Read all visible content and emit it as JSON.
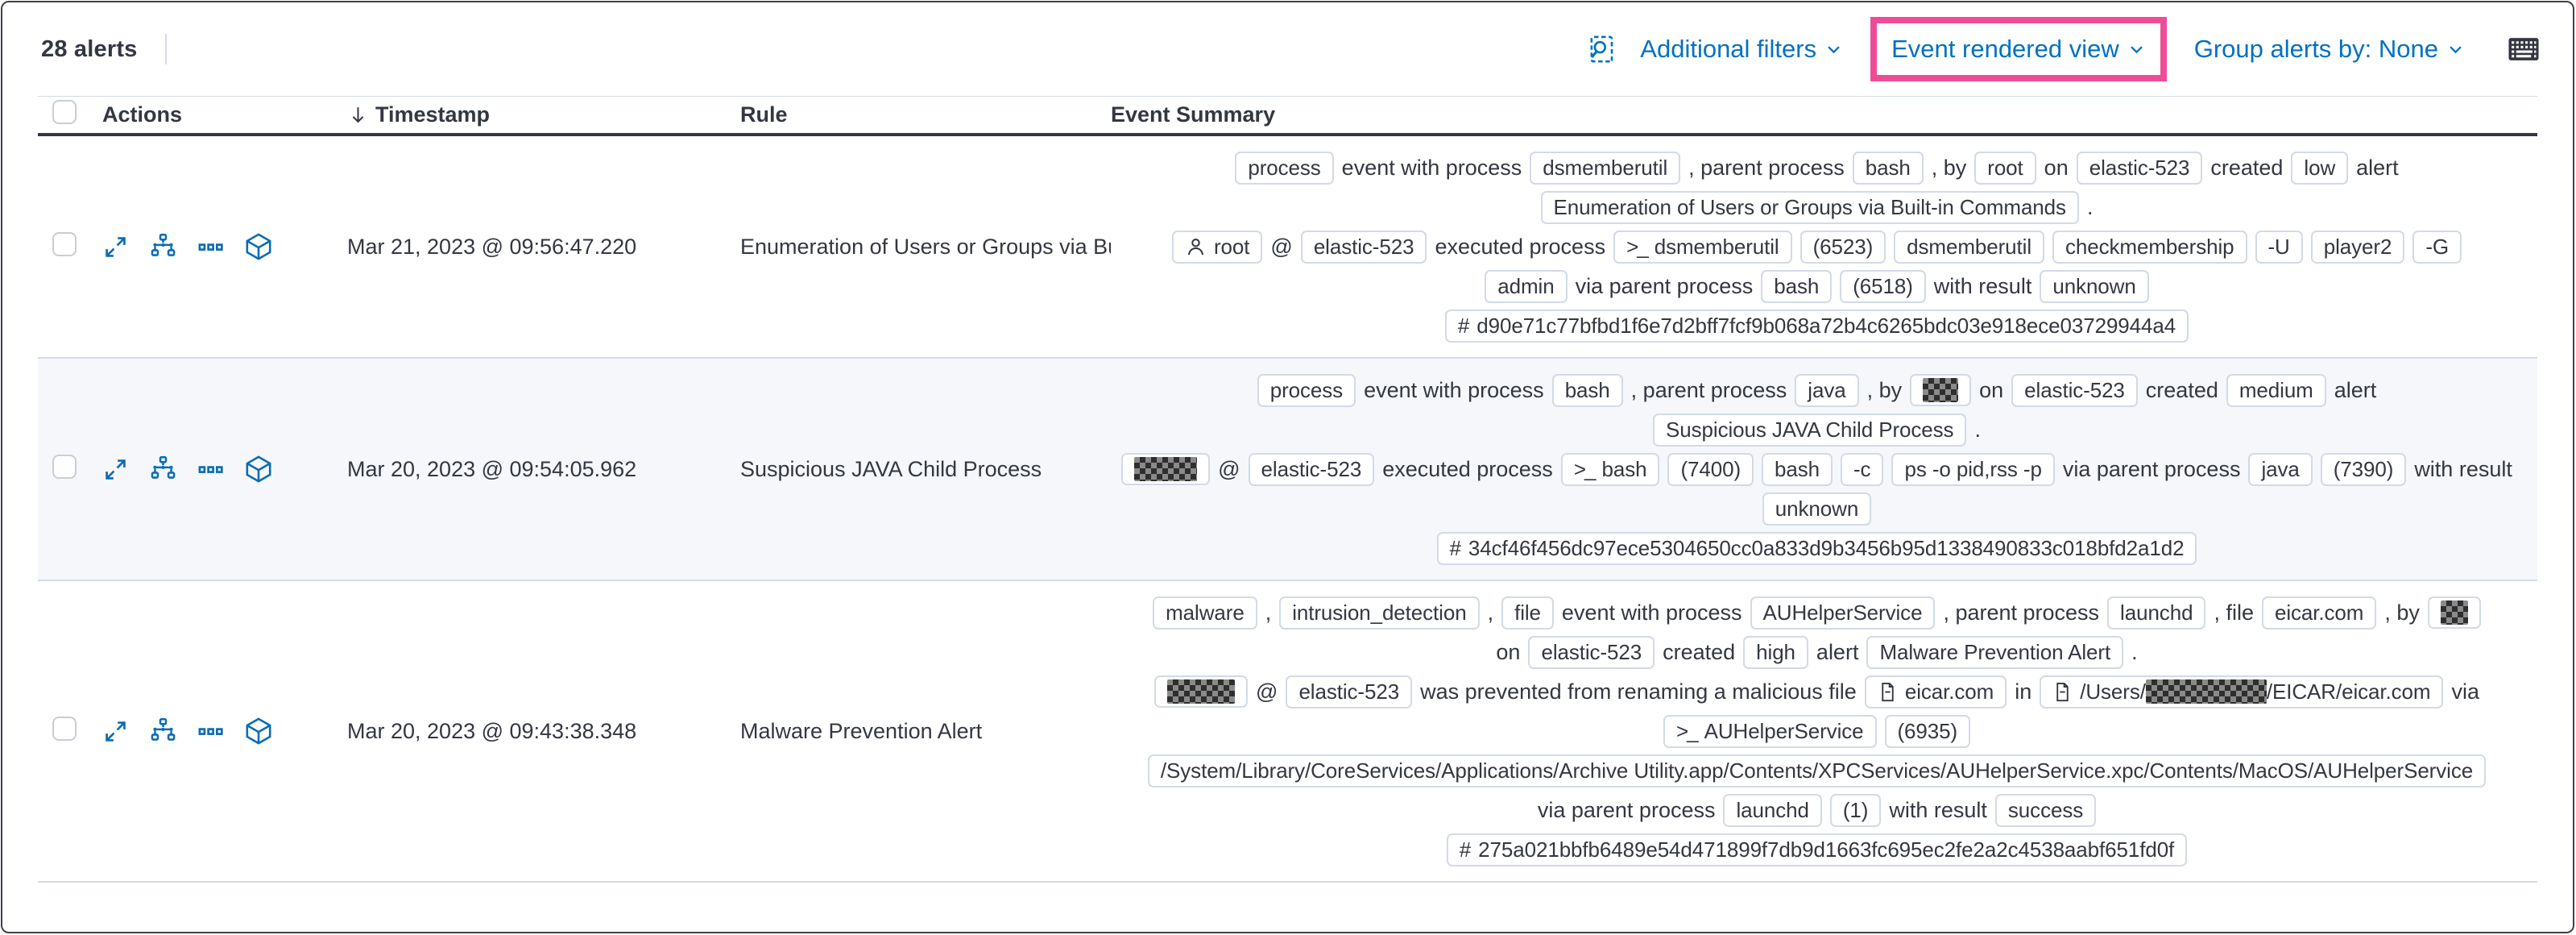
{
  "panel": {
    "toolbar": {
      "alert_count": "28 alerts",
      "additional_filters_label": "Additional filters",
      "view_selector_label": "Event rendered view",
      "group_by_label": "Group alerts by: None"
    },
    "header": {
      "actions": "Actions",
      "timestamp": "Timestamp",
      "rule": "Rule",
      "summary": "Event Summary"
    },
    "colors": {
      "link_blue": "#0071c2",
      "text_dark": "#343741",
      "badge_border": "#d3dae6",
      "row_stripe": "#f5f7fa",
      "highlight_pink": "#ef4c98"
    },
    "icons": {
      "inspect": "document-with-magnifier",
      "chevron_down": "∨",
      "keyboard": "keyboard",
      "sort_descending": "↓",
      "checkbox_unchecked": "☐",
      "expand": "diagonal-expand-arrows",
      "analyze_event": "process-tree-graph",
      "more_actions": "three-squares-ellipsis",
      "session_view": "3d-cube",
      "user": "person-silhouette",
      "terminal": ">_",
      "hash": "#",
      "file": "document-page"
    },
    "row_actions": [
      {
        "name": "expand-alert-button",
        "icon": "expand"
      },
      {
        "name": "analyze-event-button",
        "icon": "analyze_event"
      },
      {
        "name": "more-actions-button",
        "icon": "more_actions"
      },
      {
        "name": "session-view-button",
        "icon": "session_view"
      }
    ],
    "rows": [
      {
        "timestamp": "Mar 21, 2023 @ 09:56:47.220",
        "rule": "Enumeration of Users or Groups via Bui",
        "stripe": false,
        "summary": [
          [
            {
              "b": [
                "process"
              ]
            },
            {
              "t": "event with process"
            },
            {
              "b": [
                "dsmemberutil"
              ]
            },
            {
              "t": ", parent process"
            },
            {
              "b": [
                "bash"
              ]
            },
            {
              "t": ", by"
            },
            {
              "b": [
                "root"
              ]
            },
            {
              "t": "on"
            },
            {
              "b": [
                "elastic-523"
              ]
            },
            {
              "t": "created"
            },
            {
              "b": [
                "low"
              ]
            },
            {
              "t": "alert"
            }
          ],
          [
            {
              "b": [
                "Enumeration of Users or Groups via Built-in Commands"
              ]
            },
            {
              "t": "."
            }
          ],
          [
            {
              "b": [
                "root"
              ],
              "i": "user"
            },
            {
              "t": "@"
            },
            {
              "b": [
                "elastic-523"
              ]
            },
            {
              "t": "executed process"
            },
            {
              "b": [
                "dsmemberutil"
              ],
              "i": "terminal"
            },
            {
              "b": [
                "(6523)"
              ]
            },
            {
              "b": [
                "dsmemberutil"
              ]
            },
            {
              "b": [
                "checkmembership"
              ]
            },
            {
              "b": [
                "-U"
              ]
            },
            {
              "b": [
                "player2"
              ]
            },
            {
              "b": [
                "-G"
              ]
            }
          ],
          [
            {
              "b": [
                "admin"
              ]
            },
            {
              "t": "via parent process"
            },
            {
              "b": [
                "bash"
              ]
            },
            {
              "b": [
                "(6518)"
              ]
            },
            {
              "t": "with result"
            },
            {
              "b": [
                "unknown"
              ]
            }
          ],
          [
            {
              "b": [
                "d90e71c77bfbd1f6e7d2bff7fcf9b068a72b4c6265bdc03e918ece03729944a4"
              ],
              "i": "hash"
            }
          ]
        ]
      },
      {
        "timestamp": "Mar 20, 2023 @ 09:54:05.962",
        "rule": "Suspicious JAVA Child Process",
        "stripe": true,
        "summary": [
          [
            {
              "b": [
                "process"
              ]
            },
            {
              "t": "event with process"
            },
            {
              "b": [
                "bash"
              ]
            },
            {
              "t": ", parent process"
            },
            {
              "b": [
                "java"
              ]
            },
            {
              "t": ", by"
            },
            {
              "b": [
                {
                  "rx": 44
                }
              ]
            },
            {
              "t": "on"
            },
            {
              "b": [
                "elastic-523"
              ]
            },
            {
              "t": "created"
            },
            {
              "b": [
                "medium"
              ]
            },
            {
              "t": "alert"
            }
          ],
          [
            {
              "b": [
                "Suspicious JAVA Child Process"
              ]
            },
            {
              "t": "."
            }
          ],
          [
            {
              "b": [
                {
                  "rx": 78
                }
              ]
            },
            {
              "t": "@"
            },
            {
              "b": [
                "elastic-523"
              ]
            },
            {
              "t": "executed process"
            },
            {
              "b": [
                "bash"
              ],
              "i": "terminal"
            },
            {
              "b": [
                "(7400)"
              ]
            },
            {
              "b": [
                "bash"
              ]
            },
            {
              "b": [
                "-c"
              ]
            },
            {
              "b": [
                "ps -o pid,rss -p"
              ]
            },
            {
              "t": "via parent process"
            },
            {
              "b": [
                "java"
              ]
            },
            {
              "b": [
                "(7390)"
              ]
            },
            {
              "t": "with result"
            }
          ],
          [
            {
              "b": [
                "unknown"
              ]
            }
          ],
          [
            {
              "b": [
                "34cf46f456dc97ece5304650cc0a833d9b3456b95d1338490833c018bfd2a1d2"
              ],
              "i": "hash"
            }
          ]
        ]
      },
      {
        "timestamp": "Mar 20, 2023 @ 09:43:38.348",
        "rule": "Malware Prevention Alert",
        "stripe": false,
        "summary": [
          [
            {
              "b": [
                "malware"
              ]
            },
            {
              "t": ","
            },
            {
              "b": [
                "intrusion_detection"
              ]
            },
            {
              "t": ","
            },
            {
              "b": [
                "file"
              ]
            },
            {
              "t": "event with process"
            },
            {
              "b": [
                "AUHelperService"
              ]
            },
            {
              "t": ", parent process"
            },
            {
              "b": [
                "launchd"
              ]
            },
            {
              "t": ", file"
            },
            {
              "b": [
                "eicar.com"
              ]
            },
            {
              "t": ", by"
            },
            {
              "b": [
                {
                  "rx": 34
                }
              ]
            }
          ],
          [
            {
              "t": "on"
            },
            {
              "b": [
                "elastic-523"
              ]
            },
            {
              "t": "created"
            },
            {
              "b": [
                "high"
              ]
            },
            {
              "t": "alert"
            },
            {
              "b": [
                "Malware Prevention Alert"
              ]
            },
            {
              "t": "."
            }
          ],
          [
            {
              "b": [
                {
                  "rx": 84
                }
              ]
            },
            {
              "t": "@"
            },
            {
              "b": [
                "elastic-523"
              ]
            },
            {
              "t": "was prevented from renaming a malicious file"
            },
            {
              "b": [
                "eicar.com"
              ],
              "i": "file"
            },
            {
              "t": "in"
            },
            {
              "b": [
                "/Users/",
                {
                  "rx": 150
                },
                "/EICAR/eicar.com"
              ],
              "i": "file"
            },
            {
              "t": "via"
            }
          ],
          [
            {
              "b": [
                "AUHelperService"
              ],
              "i": "terminal"
            },
            {
              "b": [
                "(6935)"
              ]
            }
          ],
          [
            {
              "b": [
                "/System/Library/CoreServices/Applications/Archive Utility.app/Contents/XPCServices/AUHelperService.xpc/Contents/MacOS/AUHelperService"
              ]
            }
          ],
          [
            {
              "t": "via parent process"
            },
            {
              "b": [
                "launchd"
              ]
            },
            {
              "b": [
                "(1)"
              ]
            },
            {
              "t": "with result"
            },
            {
              "b": [
                "success"
              ]
            }
          ],
          [
            {
              "b": [
                "275a021bbfb6489e54d471899f7db9d1663fc695ec2fe2a2c4538aabf651fd0f"
              ],
              "i": "hash"
            }
          ]
        ]
      }
    ]
  }
}
